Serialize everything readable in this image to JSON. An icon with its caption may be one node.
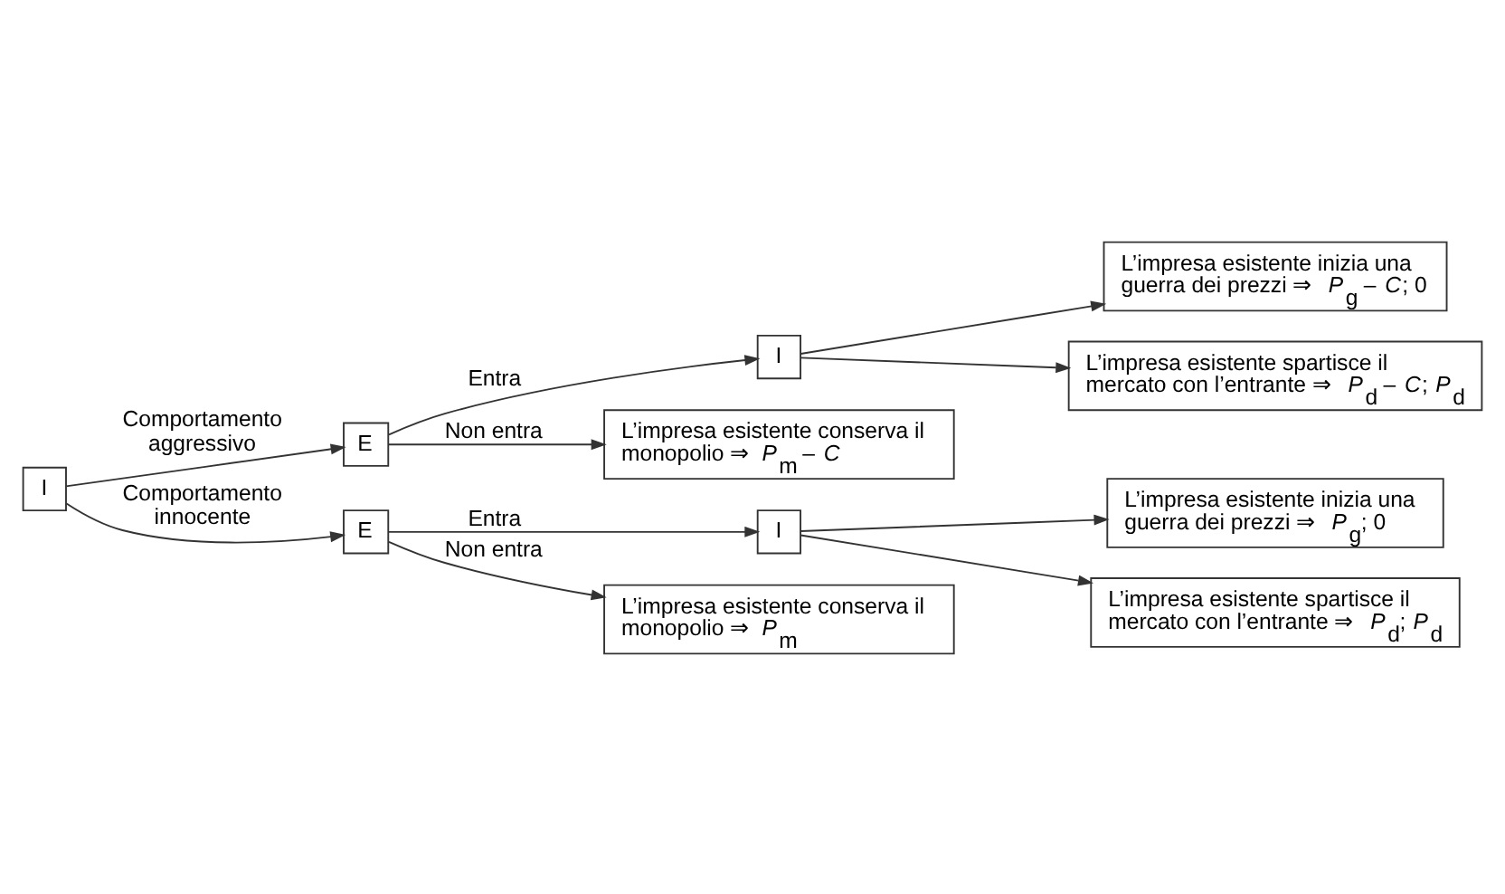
{
  "diagram": {
    "nodes": [
      {
        "text": [
          "I"
        ]
      },
      {
        "text": [
          "E"
        ]
      },
      {
        "text": [
          "I"
        ]
      },
      {
        "text": [
          "L’impresa esistente inizia una guerra dei prezzi ⇒ *P*$_{g}$ – *C*; 0"
        ]
      },
      {
        "text": [
          "L’impresa esistente spartisce il mercato con l’entrante ⇒ *P*$_{d}$ – *C*; *P*$_{d}$"
        ]
      },
      {
        "text": [
          "L’impresa esistente conserva il monopolio ⇒ *P*$_{m}$ – *C*"
        ]
      },
      {
        "text": [
          "E"
        ]
      },
      {
        "text": [
          "I"
        ]
      },
      {
        "text": [
          "L’impresa esistente inizia una guerra dei prezzi ⇒ *P*$_{g}$; 0"
        ]
      },
      {
        "text": [
          "L’impresa esistente spartisce il mercato con l’entrante ⇒ *P*$_{d}$; *P*$_{d}$"
        ]
      },
      {
        "text": [
          "L’impresa esistente conserva il monopolio ⇒ *P*$_{m}$"
        ]
      }
    ],
    "edges": [
      {
        "from": 0,
        "to": 1,
        "arrow": "to",
        "label": "Comportamento aggressivo"
      },
      {
        "from": 0,
        "to": 6,
        "arrow": "to",
        "label": "Comportamento innocente"
      },
      {
        "from": 1,
        "to": 2,
        "arrow": "to",
        "label": "Entra"
      },
      {
        "from": 1,
        "to": 5,
        "arrow": "to",
        "label": "Non entra"
      },
      {
        "from": 2,
        "to": 3,
        "arrow": "to"
      },
      {
        "from": 2,
        "to": 4,
        "arrow": "to"
      },
      {
        "from": 6,
        "to": 7,
        "arrow": "to",
        "label": "Entra"
      },
      {
        "from": 6,
        "to": 10,
        "arrow": "to",
        "label": "Non entra"
      },
      {
        "from": 7,
        "to": 8,
        "arrow": "to"
      },
      {
        "from": 7,
        "to": 9,
        "arrow": "to"
      }
    ]
  }
}
